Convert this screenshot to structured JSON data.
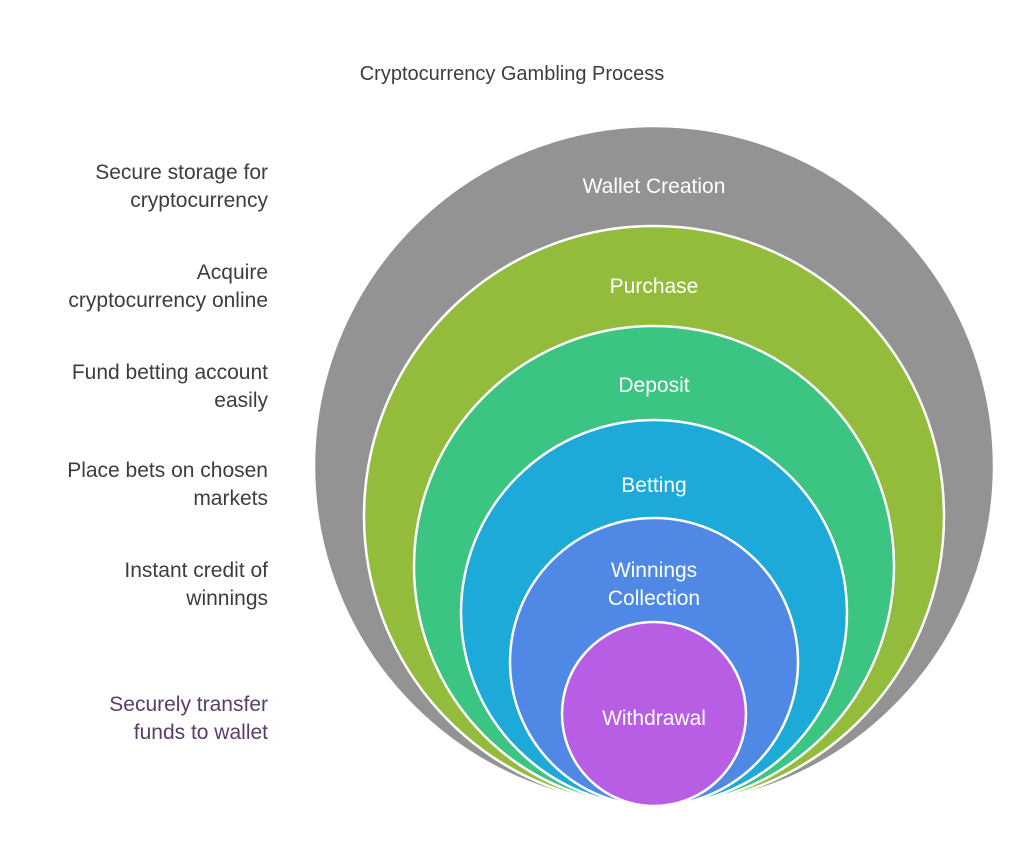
{
  "title": "Cryptocurrency Gambling Process",
  "stages": [
    {
      "label_lines": [
        "Wallet Creation"
      ],
      "description_lines": [
        "Secure storage for",
        "cryptocurrency"
      ],
      "color": "#939393",
      "text_color": "#3d3d3d"
    },
    {
      "label_lines": [
        "Purchase"
      ],
      "description_lines": [
        "Acquire",
        "cryptocurrency online"
      ],
      "color": "#93bc3c",
      "text_color": "#3d3d3d"
    },
    {
      "label_lines": [
        "Deposit"
      ],
      "description_lines": [
        "Fund betting account",
        "easily"
      ],
      "color": "#3cc483",
      "text_color": "#3d3d3d"
    },
    {
      "label_lines": [
        "Betting"
      ],
      "description_lines": [
        "Place bets on chosen",
        "markets"
      ],
      "color": "#1eaad9",
      "text_color": "#3d3d3d"
    },
    {
      "label_lines": [
        "Winnings",
        "Collection"
      ],
      "description_lines": [
        "Instant credit of",
        "winnings"
      ],
      "color": "#4f89e5",
      "text_color": "#3d3d3d"
    },
    {
      "label_lines": [
        "Withdrawal"
      ],
      "description_lines": [
        "Securely transfer",
        "funds to wallet"
      ],
      "color": "#b85ee4",
      "text_color": "#5a3d6b"
    }
  ]
}
